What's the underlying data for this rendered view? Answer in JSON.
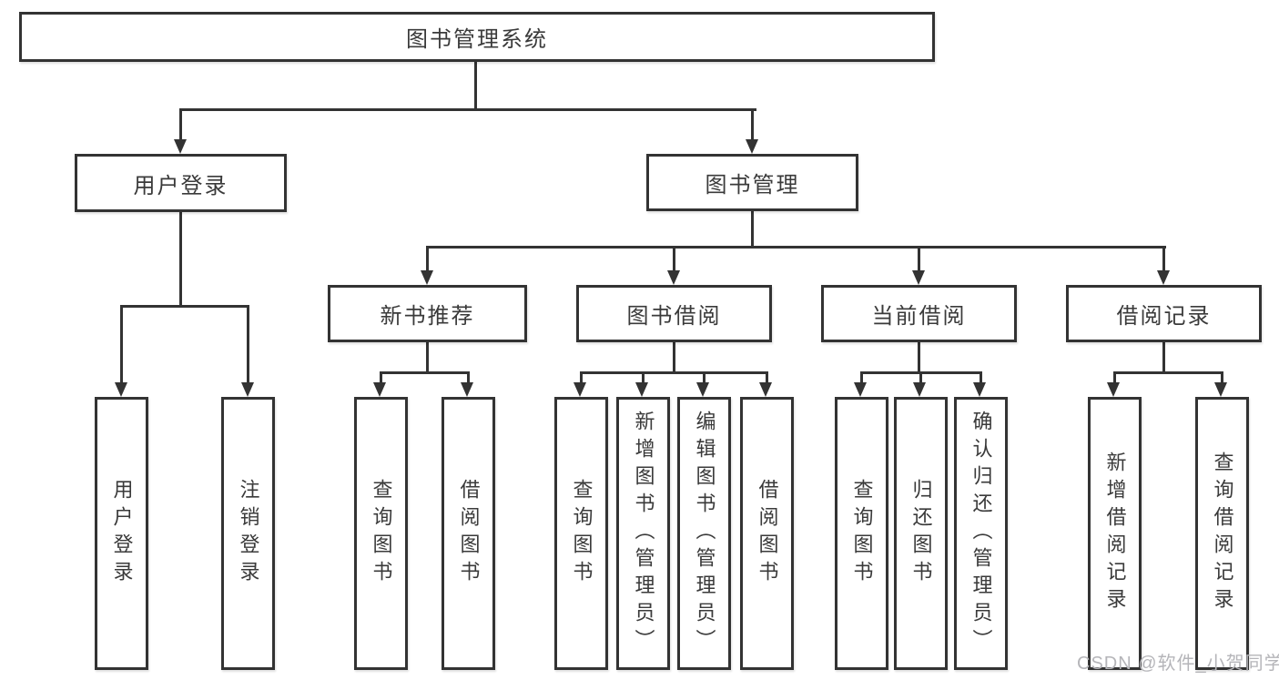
{
  "diagram": {
    "root": {
      "label": "图书管理系统"
    },
    "level2": [
      {
        "label": "用户登录"
      },
      {
        "label": "图书管理"
      }
    ],
    "level3": [
      {
        "label": "新书推荐"
      },
      {
        "label": "图书借阅"
      },
      {
        "label": "当前借阅"
      },
      {
        "label": "借阅记录"
      }
    ],
    "leaves": [
      {
        "label": "用户登录"
      },
      {
        "label": "注销登录"
      },
      {
        "label": "查询图书"
      },
      {
        "label": "借阅图书"
      },
      {
        "label": "查询图书"
      },
      {
        "label": "新增图书（管理员）"
      },
      {
        "label": "编辑图书（管理员）"
      },
      {
        "label": "借阅图书"
      },
      {
        "label": "查询图书"
      },
      {
        "label": "归还图书"
      },
      {
        "label": "确认归还（管理员）"
      },
      {
        "label": "新增借阅记录"
      },
      {
        "label": "查询借阅记录"
      }
    ],
    "watermark": "CSDN @软件_小贺同学",
    "colors": {
      "line": "#333333",
      "text": "#3a3a3a",
      "background": "#ffffff",
      "watermark": "#b5b5b9"
    }
  }
}
